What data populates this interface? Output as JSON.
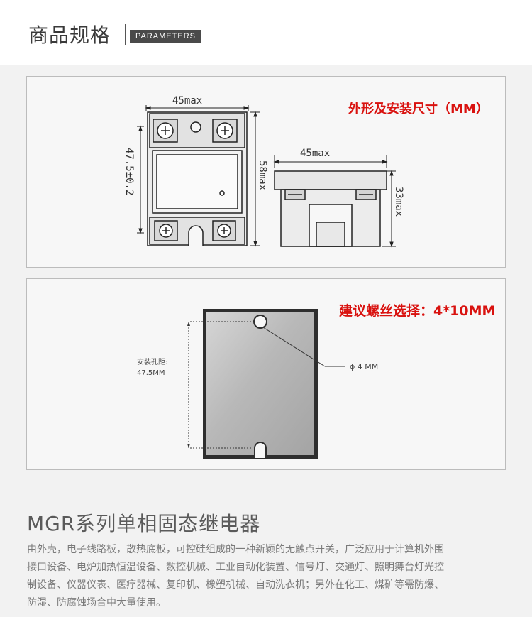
{
  "header": {
    "title": "商品规格",
    "badge": "PARAMETERS"
  },
  "dimension_panel": {
    "note": "外形及安装尺寸（MM）",
    "front_width": "45max",
    "front_height_holes": "47.5±0.2",
    "front_height_total": "58max",
    "side_width": "45max",
    "side_height": "33max"
  },
  "mount_panel": {
    "note": "建议螺丝选择：4*10MM",
    "hole_spacing_label": "安装孔距:",
    "hole_spacing_value": "47.5MM",
    "hole_diameter": "ϕ  4 MM"
  },
  "product": {
    "title": "MGR系列单相固态继电器",
    "description_lines": [
      "由外壳，电子线路板，散热底板，可控硅组成的一种新颖的无触点开关，广泛应用于计算机外围",
      "接口设备、电炉加热恒温设备、数控机械、工业自动化装置、信号灯、交通灯、照明舞台灯光控",
      "制设备、仪器仪表、医疗器械、复印机、橡塑机械、自动洗衣机；另外在化工、煤矿等需防爆、",
      "防湿、防腐蚀场合中大量使用。"
    ]
  }
}
